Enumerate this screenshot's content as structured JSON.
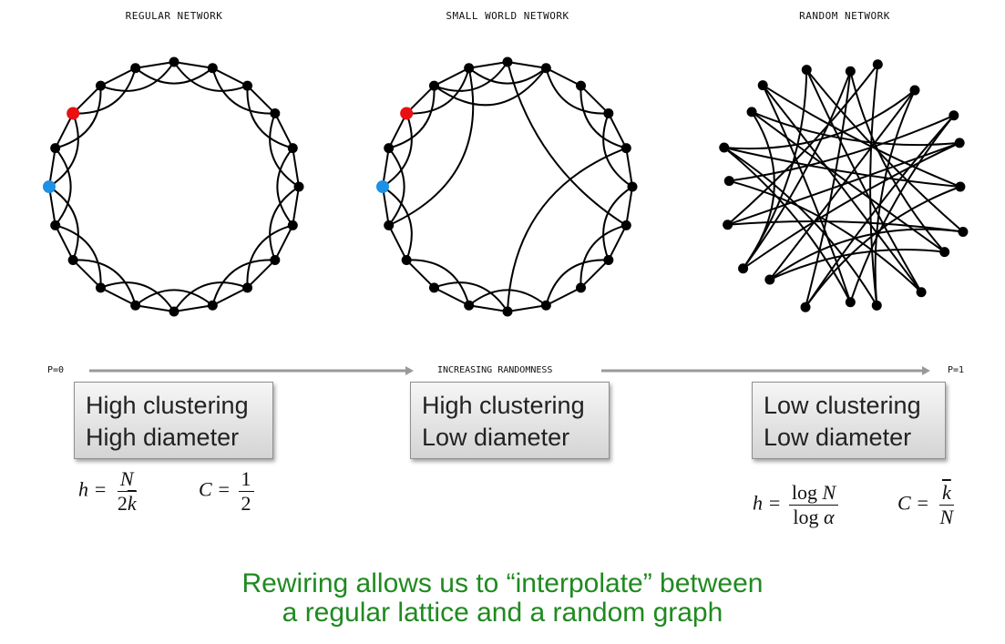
{
  "titles": {
    "regular": "REGULAR NETWORK",
    "small_world": "SMALL WORLD NETWORK",
    "random": "RANDOM NETWORK"
  },
  "axis": {
    "left_label": "P=0",
    "center_label": "INCREASING RANDOMNESS",
    "right_label": "P=1"
  },
  "boxes": {
    "regular": {
      "line1": "High clustering",
      "line2": "High diameter"
    },
    "small_world": {
      "line1": "High clustering",
      "line2": "Low diameter"
    },
    "random": {
      "line1": "Low clustering",
      "line2": "Low diameter"
    }
  },
  "formulas": {
    "regular_h": {
      "lhs": "h =",
      "num": "N",
      "den_coef": "2",
      "den_var": "k"
    },
    "regular_c": {
      "lhs": "C =",
      "num": "1",
      "den": "2"
    },
    "random_h": {
      "lhs": "h =",
      "num_fn": "log",
      "num_var": "N",
      "den_fn": "log",
      "den_var": "α"
    },
    "random_c": {
      "lhs": "C =",
      "num": "k",
      "den": "N"
    }
  },
  "caption": {
    "line1": "Rewiring allows us to “interpolate” between",
    "line2": "a regular lattice and a random graph"
  },
  "colors": {
    "node": "#000000",
    "highlight_blue": "#1e90e6",
    "highlight_red": "#e81010",
    "arrow": "#999999",
    "caption": "#1f8a1f"
  }
}
